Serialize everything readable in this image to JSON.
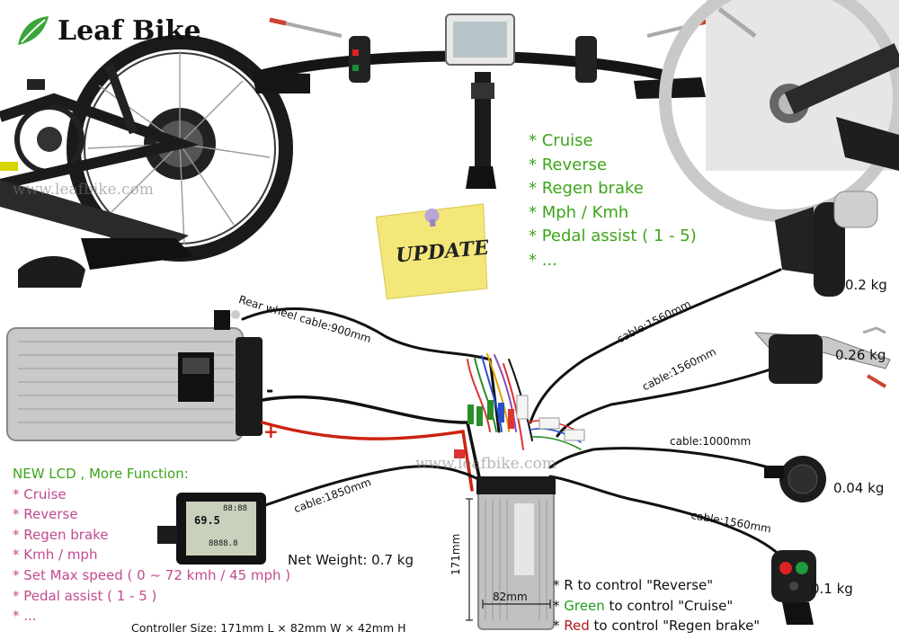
{
  "brand": {
    "name": "Leaf Bike"
  },
  "watermarks": [
    "www.leafbike.com",
    "www.leafbike.com"
  ],
  "update_note": "UPDATE",
  "features": [
    "* Cruise",
    "* Reverse",
    "* Regen brake",
    "* Mph / Kmh",
    "* Pedal assist ( 1 - 5)",
    "* ..."
  ],
  "cables": {
    "rear_wheel": "Rear wheel cable:900mm",
    "throttle": "cable:1560mm",
    "brake": "cable:1560mm",
    "pas": "cable:1000mm",
    "switch": "cable:1560mm",
    "lcd": "cable:1850mm"
  },
  "weights": {
    "throttle": "0.2 kg",
    "brake": "0.26 kg",
    "pas": "0.04 kg",
    "switch": "0.1 kg",
    "lcd": "Net Weight: 0.7 kg"
  },
  "battery": {
    "minus": "-",
    "plus": "+"
  },
  "lcd_box": {
    "title": "NEW LCD , More Function:",
    "items": [
      "* Cruise",
      "* Reverse",
      "* Regen brake",
      "* Kmh / mph",
      "* Set Max speed ( 0 ~ 72 kmh / 45 mph )",
      "* Pedal assist ( 1 - 5 )",
      "* ..."
    ]
  },
  "lcd_display": {
    "speed": "69.5",
    "top": "88:88",
    "bottom": "8888.8"
  },
  "controller": {
    "length": "171mm",
    "width": "82mm",
    "size_text": "Controller Size: 171mm L × 82mm W × 42mm H"
  },
  "notes": {
    "line1": {
      "prefix": "* R to control ",
      "label": "\"Reverse\""
    },
    "line2": {
      "star": "* ",
      "color_word": "Green",
      "rest": " to control \"Cruise\""
    },
    "line3": {
      "star": "* ",
      "color_word": "Red",
      "rest": " to control \"Regen brake\""
    }
  },
  "colors": {
    "green_text": "#3da51a",
    "pink_text": "#c04b8f",
    "green_word": "#1e9e1e",
    "red_word": "#b01818"
  }
}
